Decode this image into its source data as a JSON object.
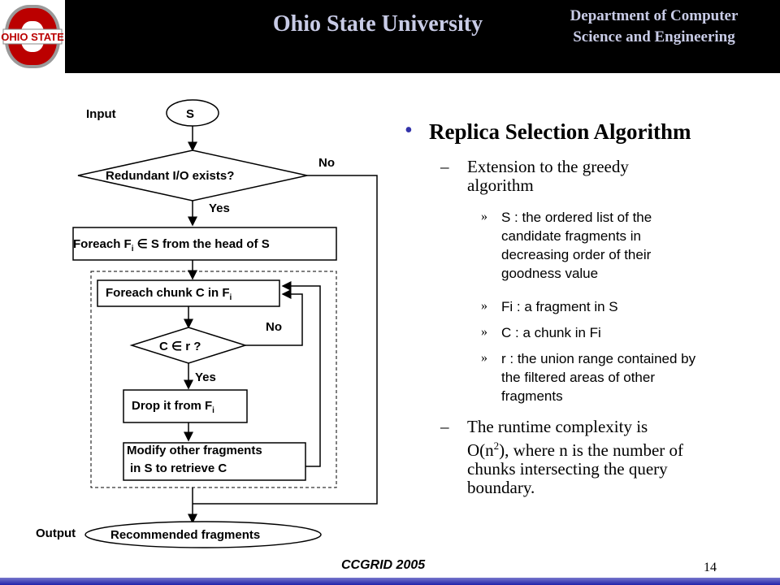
{
  "header": {
    "university": "Ohio State University",
    "department_line1": "Department of Computer",
    "department_line2": "Science and Engineering",
    "logo_text": "OHIO STATE"
  },
  "flowchart": {
    "input_label": "Input",
    "input_node": "S",
    "decision1": "Redundant I/O exists?",
    "no_label_1": "No",
    "yes_label_1": "Yes",
    "foreach_fragments": "Foreach F",
    "foreach_fragments_sub": "i",
    "foreach_fragments_rest": " ∈ S from the head of S",
    "foreach_chunk": "Foreach chunk C in F",
    "foreach_chunk_sub": "i",
    "decision2": "C ∈ r ?",
    "no_label_2": "No",
    "yes_label_2": "Yes",
    "drop": "Drop it from F",
    "drop_sub": "i",
    "modify_line1": "Modify other fragments",
    "modify_line2": "in S to retrieve C",
    "output_label": "Output",
    "output_node": "Recommended fragments"
  },
  "content": {
    "title": "Replica Selection Algorithm",
    "sub1_line1": "Extension to the greedy",
    "sub1_line2": "algorithm",
    "items": [
      {
        "line1": "S : the ordered list of the",
        "line2": "candidate fragments in",
        "line3": "decreasing order of their",
        "line4": "goodness value"
      },
      {
        "line1": "Fi : a fragment in S"
      },
      {
        "line1": "C : a chunk in Fi"
      },
      {
        "line1": "r : the union range contained by",
        "line2": "the filtered areas of other",
        "line3": "fragments"
      }
    ],
    "sub2_line1a": "The runtime complexity is",
    "sub2_line2a": "O(n",
    "sub2_line2sup": "2",
    "sub2_line2b": "), where n is the number of",
    "sub2_line3": "chunks intersecting the query",
    "sub2_line4": "boundary."
  },
  "footer": {
    "conference": "CCGRID 2005",
    "page_number": "14"
  },
  "colors": {
    "header_bg": "#000000",
    "header_text": "#c8cbe6",
    "bullet": "#3333aa",
    "logo_red": "#bb0000",
    "bottom_bar": "#2222aa"
  }
}
